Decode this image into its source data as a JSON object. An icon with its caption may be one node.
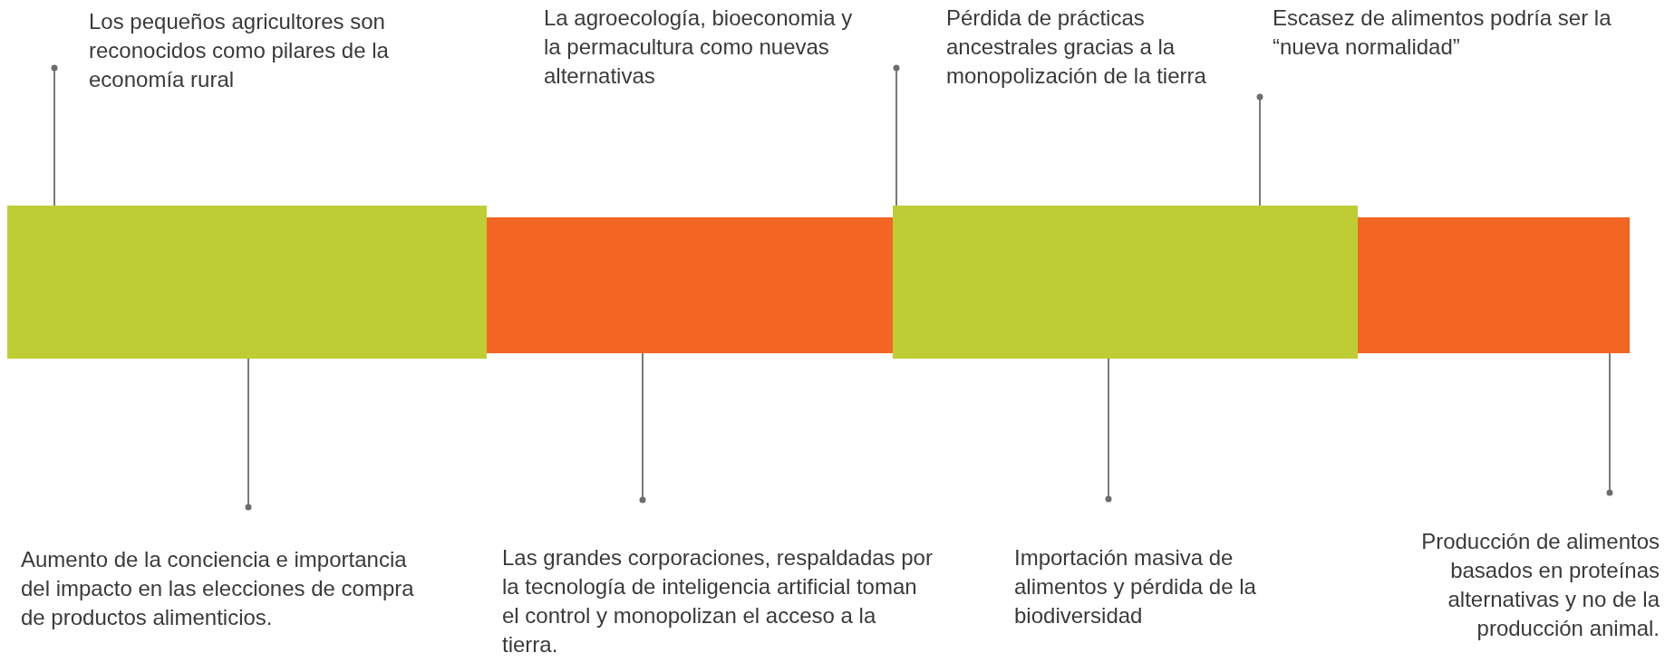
{
  "diagram": {
    "nodes": [
      {
        "text": [
          "Los pequeños agricultores son reconocidos como pilares de la economía rural"
        ]
      },
      {
        "text": [
          "La agroecología, bioeconomia y la permacultura como nuevas alternativas"
        ]
      },
      {
        "text": [
          "Pérdida de prácticas ancestrales gracias a la monopolización de la tierra"
        ]
      },
      {
        "text": [
          " Escasez de alimentos podría ser la “nueva normalidad”"
        ]
      },
      {
        "text": [],
        "shape": "bar"
      },
      {
        "text": [],
        "shape": "bar"
      },
      {
        "text": [],
        "shape": "bar"
      },
      {
        "text": [],
        "shape": "bar"
      },
      {
        "text": [
          "Aumento de la conciencia e importancia del  impacto en las elecciones de compra de productos alimenticios."
        ]
      },
      {
        "text": [
          "Las grandes corporaciones, respaldadas por la tecnología de inteligencia artificial toman el control y monopolizan el acceso a la tierra."
        ]
      },
      {
        "text": [
          "Importación masiva de alimentos y pérdida de la biodiversidad"
        ]
      },
      {
        "text": [
          "Producción de alimentos basados en proteínas alternativas y no de la producción animal."
        ]
      }
    ],
    "edges": [
      {
        "from": 0,
        "to": 4,
        "arrow": "other"
      },
      {
        "from": 2,
        "to": 6,
        "arrow": "other"
      },
      {
        "from": 3,
        "to": 6,
        "arrow": "other"
      },
      {
        "from": 8,
        "to": 4,
        "arrow": "other"
      },
      {
        "from": 9,
        "to": 5,
        "arrow": "other"
      },
      {
        "from": 10,
        "to": 6,
        "arrow": "other"
      },
      {
        "from": 11,
        "to": 7,
        "arrow": "other"
      }
    ]
  }
}
